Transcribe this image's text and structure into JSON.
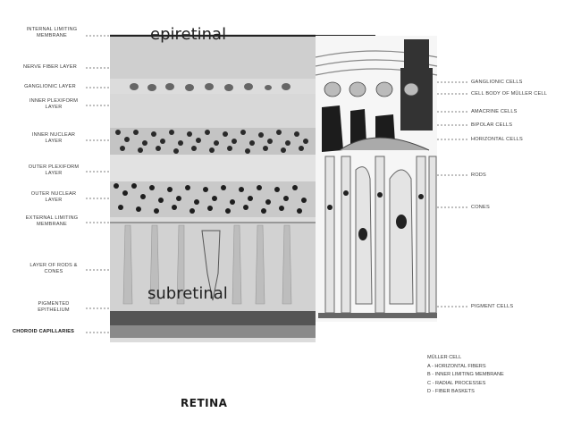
{
  "headings": {
    "epiretinal": "epiretinal",
    "subretinal": "subretinal",
    "title": "RETINA"
  },
  "left_labels": [
    "INTERNAL LIMITING MEMBRANE",
    "NERVE FIBER LAYER",
    "GANGLIONIC LAYER",
    "INNER PLEXIFORM LAYER",
    "INNER NUCLEAR LAYER",
    "OUTER PLEXIFORM LAYER",
    "OUTER NUCLEAR LAYER",
    "EXTERNAL LIMITING MEMBRANE",
    "LAYER OF RODS & CONES",
    "PIGMENTED EPITHELIUM",
    "CHOROID CAPILLARIES"
  ],
  "right_labels": [
    "GANGLIONIC CELLS",
    "CELL BODY OF MÜLLER CELL",
    "AMACRINE CELLS",
    "BIPOLAR CELLS",
    "HORIZONTAL CELLS",
    "RODS",
    "CONES",
    "PIGMENT CELLS"
  ],
  "legend": {
    "title": "MÜLLER CELL",
    "items": [
      "A - HORIZONTAL FIBERS",
      "B - INNER LIMITING MEMBRANE",
      "C - RADIAL PROCESSES",
      "D - FIBER BASKETS"
    ]
  }
}
